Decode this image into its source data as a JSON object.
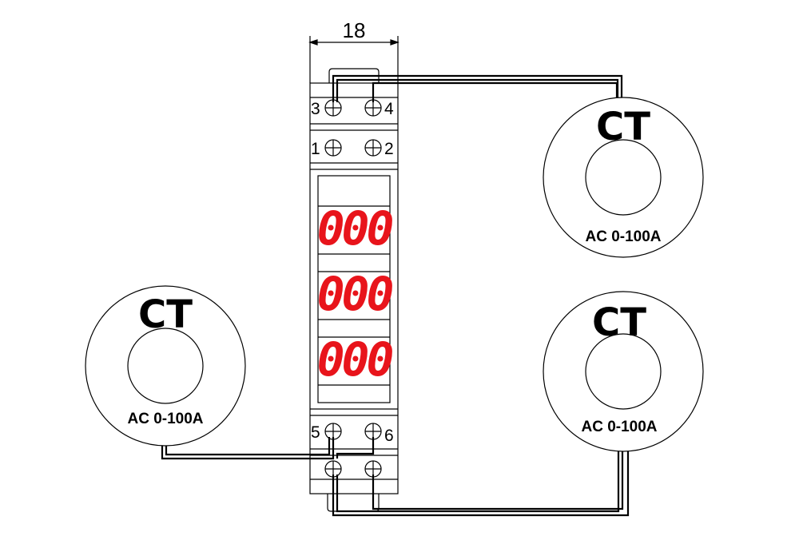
{
  "dimension": {
    "width_label": "18"
  },
  "terminals": {
    "t1": "1",
    "t2": "2",
    "t3": "3",
    "t4": "4",
    "t5": "5",
    "t6": "6"
  },
  "displays": [
    "000",
    "000",
    "000"
  ],
  "current_transformers": [
    {
      "title": "CT",
      "rating": "AC 0-100A"
    },
    {
      "title": "CT",
      "rating": "AC 0-100A"
    },
    {
      "title": "CT",
      "rating": "AC 0-100A"
    }
  ],
  "colors": {
    "line": "#000000",
    "display_digits": "#e8141b",
    "background": "#ffffff"
  }
}
